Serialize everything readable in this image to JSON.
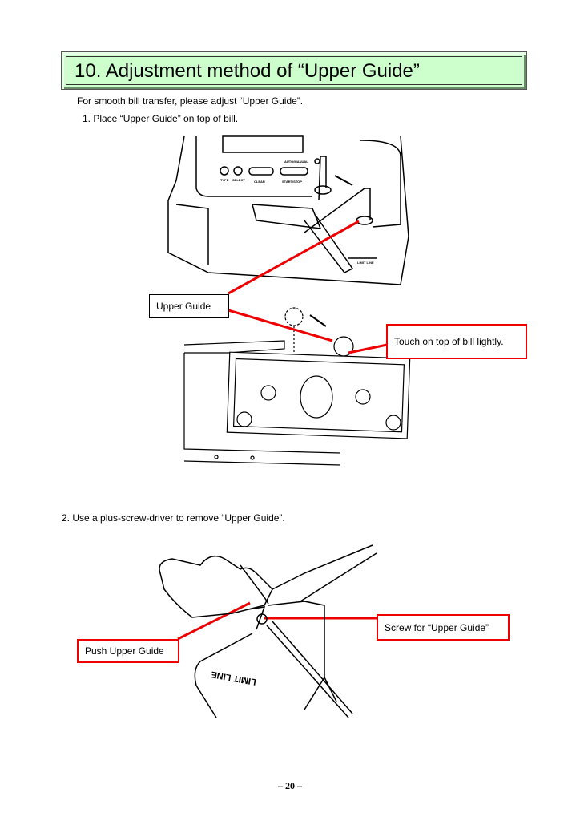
{
  "section": {
    "title": "10. Adjustment method of “Upper Guide”"
  },
  "intro": "For smooth bill transfer, please adjust “Upper Guide”.",
  "step1": {
    "text": "1. Place “Upper Guide” on top of bill.",
    "callouts": {
      "upper_guide": "Upper Guide",
      "touch": "Touch on top of bill lightly."
    },
    "machine_labels": {
      "type": "TYPE",
      "select": "SELECT",
      "clear": "CLEAR",
      "start_stop": "START/STOP",
      "auto_manual": "AUTO/MANUAL",
      "limit_line": "LIMIT LINE"
    }
  },
  "step2": {
    "text": "2. Use a plus-screw-driver to remove “Upper Guide”.",
    "callouts": {
      "push": "Push Upper Guide",
      "screw": "Screw for “Upper Guide”"
    },
    "limit_line": "LIMIT LINE"
  },
  "footer": {
    "page": "– 20 –"
  },
  "colors": {
    "title_bg": "#ccffcc",
    "callout_red": "#ee0000"
  }
}
